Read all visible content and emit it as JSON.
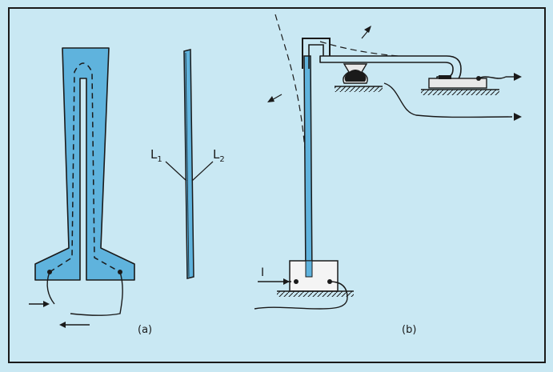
{
  "colors": {
    "background": "#c9e8f3",
    "frame": "#1a1a1a",
    "conductor": "#5fb3dd",
    "ink": "#1a1a1a",
    "anvil": "#e8e8e8",
    "block": "#f4f4f4"
  },
  "panel_a": {
    "caption": "(a)",
    "label_l1": "L",
    "label_l1_sub": "1",
    "label_l2": "L",
    "label_l2_sub": "2"
  },
  "panel_b": {
    "caption": "(b)",
    "current_label": "I"
  }
}
